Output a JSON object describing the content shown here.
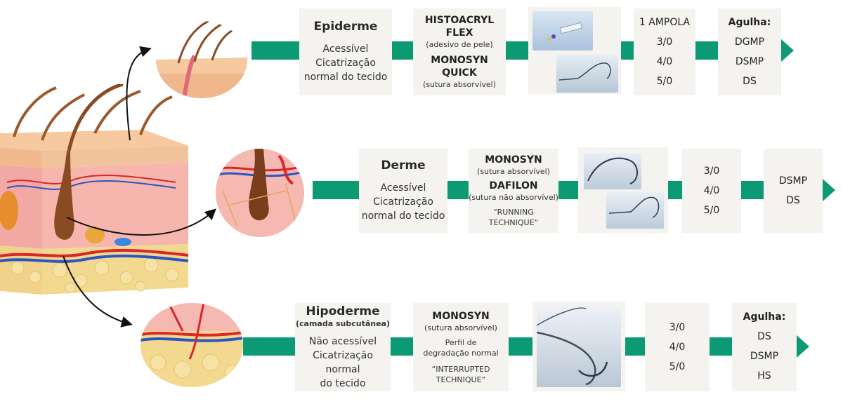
{
  "rows": [
    {
      "layer_title": "Epiderme",
      "layer_subtitle": "",
      "layer_lines": [
        "Acessível",
        "Cicatrização",
        "normal do tecido"
      ],
      "products": [
        {
          "name": "HISTOACRYL FLEX",
          "note": "(adesivo de pele)"
        },
        {
          "name": "MONOSYN QUICK",
          "note": "(sutura absorvível)"
        }
      ],
      "technique": "",
      "sizes": [
        "1 AMPOLA",
        "3/0",
        "4/0",
        "5/0"
      ],
      "needle_title": "Agulha:",
      "needles": [
        "DGMP",
        "DSMP",
        "DS"
      ]
    },
    {
      "layer_title": "Derme",
      "layer_subtitle": "",
      "layer_lines": [
        "Acessível",
        "Cicatrização",
        "normal do tecido"
      ],
      "products": [
        {
          "name": "MONOSYN",
          "note": "(sutura absorvível)"
        },
        {
          "name": "DAFILON",
          "note": "(sutura não absorvível)"
        }
      ],
      "technique": "“RUNNING TECHNIQUE”",
      "sizes": [
        "3/0",
        "4/0",
        "5/0"
      ],
      "needle_title": "",
      "needles": [
        "DSMP",
        "DS"
      ]
    },
    {
      "layer_title": "Hipoderme",
      "layer_subtitle": "(camada subcutânea)",
      "layer_lines": [
        "Não acessível",
        "Cicatrização normal",
        "do tecido"
      ],
      "products": [
        {
          "name": "MONOSYN",
          "note": "(sutura absorvível)"
        }
      ],
      "extra_note": "Perfil de degradação normal",
      "technique": "“INTERRUPTED TECHNIQUE”",
      "sizes": [
        "3/0",
        "4/0",
        "5/0"
      ],
      "needle_title": "Agulha:",
      "needles": [
        "DS",
        "DSMP",
        "HS"
      ]
    }
  ],
  "colors": {
    "accent": "#0b9a74",
    "card_bg": "#f4f3ef"
  },
  "icons": [
    "skin-cross-section-illustration",
    "epidermis-zoom-icon",
    "dermis-zoom-icon",
    "hypodermis-zoom-icon",
    "adhesive-product-photo",
    "suture-needle-photo"
  ]
}
